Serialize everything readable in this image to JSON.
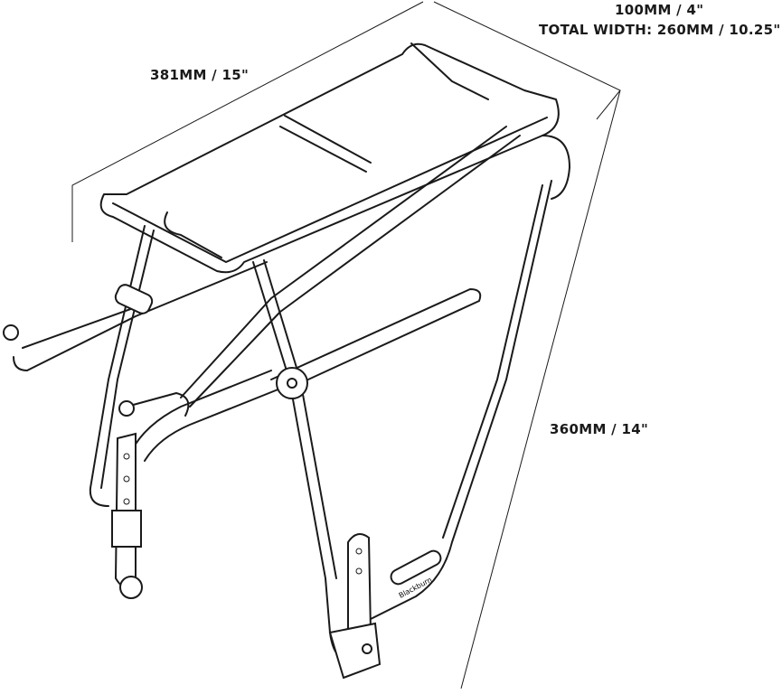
{
  "dimensions": {
    "depth": "100MM / 4\"",
    "total_width": "TOTAL WIDTH: 260MM / 10.25\"",
    "length": "381MM / 15\"",
    "height": "360MM / 14\""
  },
  "logo": {
    "text": "Blackburn"
  },
  "colors": {
    "line": "#1a1a1a",
    "background": "#ffffff"
  }
}
